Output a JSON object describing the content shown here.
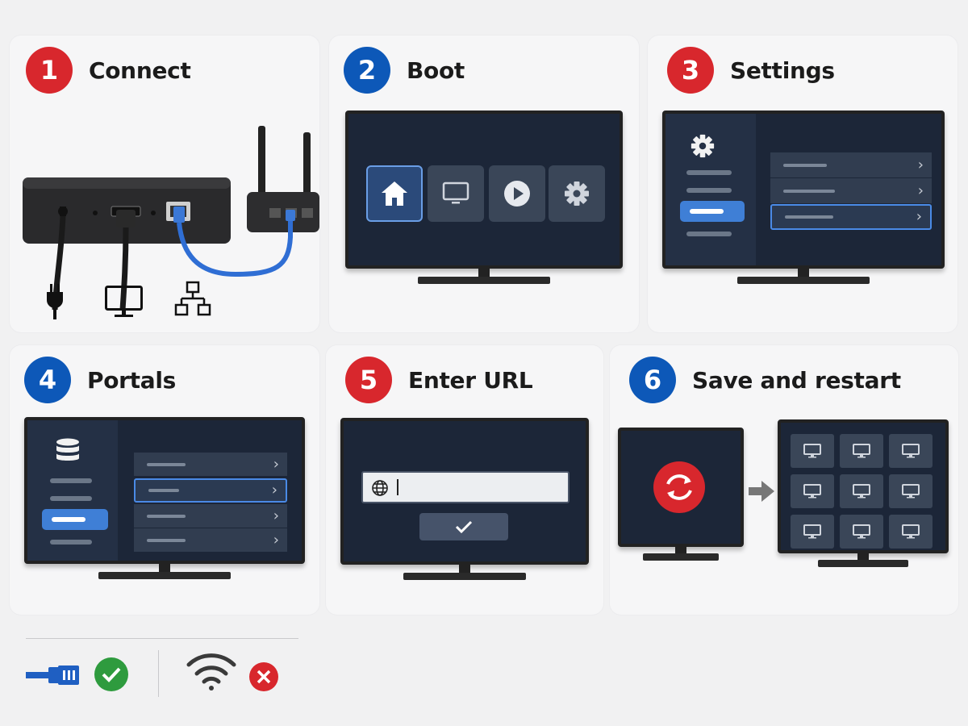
{
  "steps": [
    {
      "number": "1",
      "title": "Connect"
    },
    {
      "number": "2",
      "title": "Boot"
    },
    {
      "number": "3",
      "title": "Settings"
    },
    {
      "number": "4",
      "title": "Portals"
    },
    {
      "number": "5",
      "title": "Enter URL"
    },
    {
      "number": "6",
      "title": "Save and restart"
    }
  ],
  "icons": {
    "step1": [
      "power-plug-icon",
      "monitor-icon",
      "network-icon"
    ],
    "step2": [
      "home-icon",
      "tv-icon",
      "play-icon",
      "gear-icon"
    ],
    "step3": [
      "gear-icon",
      "chevron-right-icon"
    ],
    "step4": [
      "database-icon",
      "chevron-right-icon"
    ],
    "step5": [
      "globe-icon",
      "checkmark-icon"
    ],
    "step6": [
      "refresh-icon",
      "arrow-right-icon",
      "monitor-icon"
    ],
    "footer": [
      "ethernet-cable-icon",
      "check-circle-icon",
      "wifi-icon",
      "x-circle-icon"
    ]
  },
  "colors": {
    "badge_red": "#d8272d",
    "badge_blue": "#0d58b8",
    "screen": "#1c2638",
    "highlight": "#3f7fd6",
    "ok": "#2e9b3e",
    "error": "#d8272d"
  }
}
